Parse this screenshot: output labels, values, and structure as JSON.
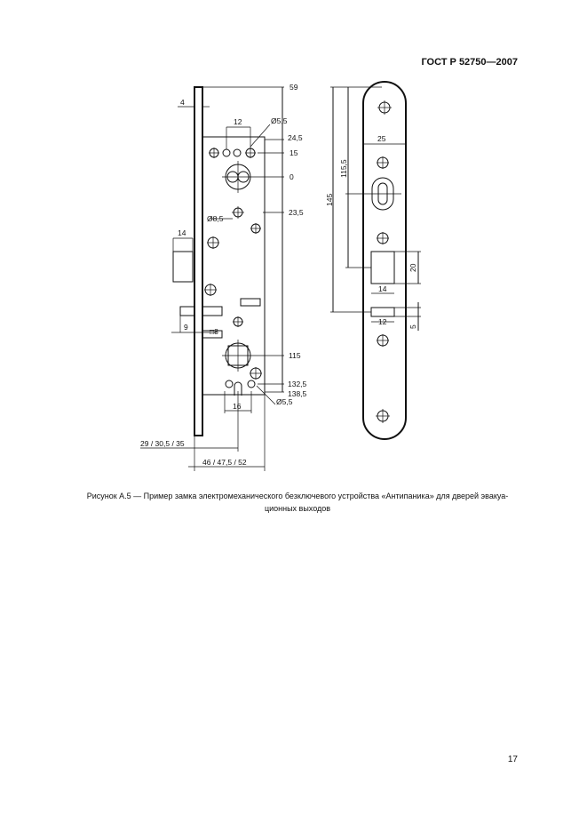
{
  "header": {
    "doc_code": "ГОСТ Р 52750—2007"
  },
  "figure": {
    "caption_line1": "Рисунок А.5 — Пример замка электромеханического безключевого устройства «Антипаника» для дверей эвакуа-",
    "caption_line2": "ционных выходов",
    "dims_left": {
      "d4": "4",
      "d12": "12",
      "d14": "14",
      "d9": "9",
      "d16": "16",
      "phi55_top": "Ø5,5",
      "phi85": "Ø8,5",
      "sq8": "□8",
      "phi55_bottom": "Ø5,5",
      "backset": "29 / 30,5 / 35",
      "width": "46 / 47,5 / 52"
    },
    "dims_levels": {
      "v59": "59",
      "v24_5": "24,5",
      "v15": "15",
      "v0": "0",
      "v23_5": "23,5",
      "v115": "115",
      "v132_5": "132,5",
      "v138_5": "138,5"
    },
    "dims_right": {
      "d145": "145",
      "d115_5": "115,5",
      "d25": "25",
      "d20": "20",
      "d14": "14",
      "d12": "12",
      "d5": "5"
    }
  },
  "page": {
    "number": "17"
  }
}
